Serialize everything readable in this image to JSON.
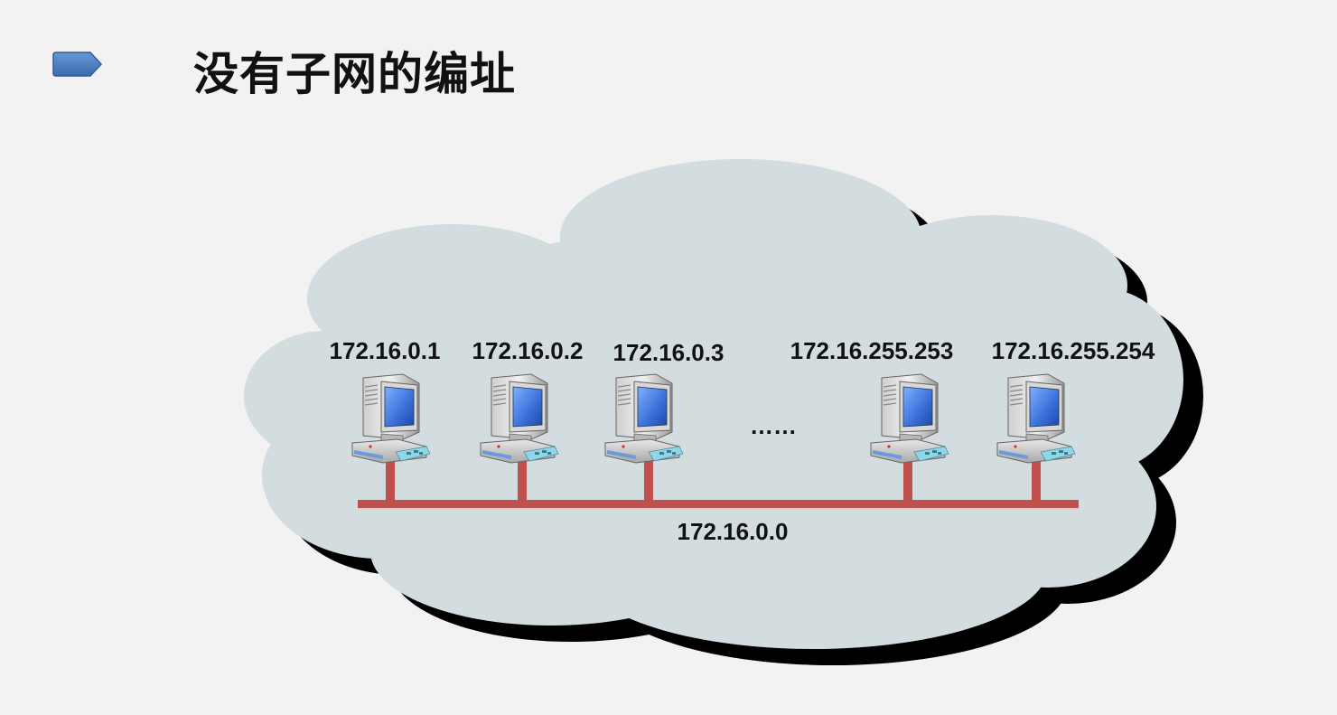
{
  "title": "没有子网的编址",
  "network": {
    "address": "172.16.0.0",
    "ellipsis": "……",
    "hosts": [
      {
        "ip": "172.16.0.1"
      },
      {
        "ip": "172.16.0.2"
      },
      {
        "ip": "172.16.0.3"
      },
      {
        "ip": "172.16.255.253"
      },
      {
        "ip": "172.16.255.254"
      }
    ]
  },
  "colors": {
    "cloud_fill": "#d3dcdf",
    "cloud_shadow": "#000000",
    "bus": "#c0504d",
    "marker": "#4a7dbf",
    "screen": "#3a6fd8"
  },
  "icons": {
    "host": "desktop-computer-icon",
    "marker": "pentagon-arrow-bullet-icon"
  }
}
